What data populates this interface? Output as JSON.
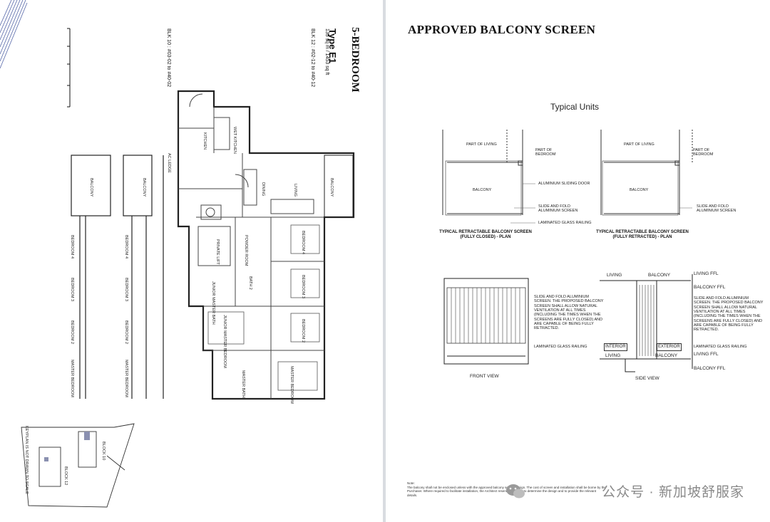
{
  "left_page": {
    "heading": "5-BEDROOM",
    "type": "Type E1",
    "area": "135 sq m / 1453 sq ft",
    "units_primary": "BLK 12 : #02-12 to #40-12",
    "units_secondary": "BLK 10 : #03-02 to #40-02",
    "rooms": [
      "LIVING",
      "DINING",
      "BALCONY",
      "BEDROOM 2",
      "BEDROOM 3",
      "BEDROOM 4",
      "MASTER BEDROOM",
      "JUNIOR MASTER BEDROOM",
      "KITCHEN",
      "WET KITCHEN",
      "BATH 2",
      "MASTER BATH",
      "JUNIOR MASTER BATH",
      "POWDER ROOM",
      "AC LEDGE",
      "PRIVATE LIFT"
    ],
    "keyplan_note": "KEYPLAN IS NOT DRAWN TO SCALE",
    "blocks": [
      "BLOCK 10",
      "BLOCK 12"
    ]
  },
  "right_page": {
    "title": "APPROVED BALCONY SCREEN",
    "subtitle": "Typical Units",
    "plan_labels": {
      "part_of_living": "PART OF LIVING",
      "part_of_bedroom": "PART OF\nBEDROOM",
      "balcony": "BALCONY",
      "aluminium_sliding_door": "ALUMINIUM SLIDING DOOR",
      "slide_fold": "SLIDE AND FOLD\nALUMINIUM SCREEN",
      "laminated_railing": "LAMINATED GLASS RAILING"
    },
    "caption_closed": "TYPICAL RETRACTABLE BALCONY SCREEN\n(FULLY CLOSED) - PLAN",
    "caption_retracted": "TYPICAL RETRACTABLE BALCONY SCREEN\n(FULLY RETRACTED) - PLAN",
    "screen_note": "SLIDE AND FOLD ALUMINIUM SCREEN. THE PROPOSED BALCONY SCREEN SHALL ALLOW NATURAL VENTILATION AT ALL TIMES (INCLUDING THE TIMES WHEN THE SCREENS ARE FULLY CLOSED) AND ARE CAPABLE OF BEING FULLY RETRACTED.",
    "front_view": "FRONT VIEW",
    "side_view": "SIDE VIEW",
    "side_labels": {
      "living": "LIVING",
      "balcony": "BALCONY",
      "living_ffl": "LIVING FFL",
      "balcony_ffl": "BALCONY FFL",
      "interior": "INTERIOR",
      "exterior": "EXTERIOR"
    },
    "note_title": "Note:",
    "notes": "The balcony shall not be enclosed unless with the approved balcony screen design. The cost of screen and installation shall be borne by the Purchaser. Where required to facilitate installation, the Architect reserves the right to determine the design and to provide the relevant details.",
    "watermark": "公众号 · 新加坡舒服家"
  },
  "colors": {
    "accent_blue": "#3c4a9a",
    "ink": "#111111",
    "line": "#444444"
  }
}
